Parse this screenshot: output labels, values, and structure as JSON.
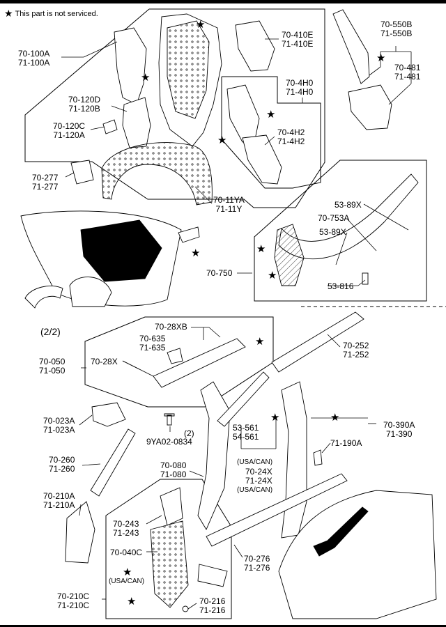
{
  "legend": {
    "star_symbol": "★",
    "text": "This part is not serviced."
  },
  "labels": {
    "p70_100A": [
      "70-100A",
      "71-100A"
    ],
    "p70_120D": [
      "70-120D",
      "71-120B"
    ],
    "p70_120C": [
      "70-120C",
      "71-120A"
    ],
    "p70_277": [
      "70-277",
      "71-277"
    ],
    "p70_410E": [
      "70-410E",
      "71-410E"
    ],
    "p70_4H0": [
      "70-4H0",
      "71-4H0"
    ],
    "p70_4H2": [
      "70-4H2",
      "71-4H2"
    ],
    "p70_11YA": [
      "70-11YA",
      "71-11Y"
    ],
    "p70_550B": [
      "70-550B",
      "71-550B"
    ],
    "p70_481": [
      "70-481",
      "71-481"
    ],
    "p53_89X_a": "53-89X",
    "p70_753A": "70-753A",
    "p53_89X_b": "53-89X",
    "p70_750": "70-750",
    "p53_816": "53-816",
    "page_ref": "(2/2)",
    "p70_28XB": "70-28XB",
    "p70_635": [
      "70-635",
      "71-635"
    ],
    "p70_050": [
      "70-050",
      "71-050"
    ],
    "p70_28X": "70-28X",
    "p70_252": [
      "70-252",
      "71-252"
    ],
    "p70_023A": [
      "70-023A",
      "71-023A"
    ],
    "bolt_qty": "(2)",
    "p9YA02": "9YA02-0834",
    "p53_561": [
      "53-561",
      "54-561"
    ],
    "usa_can_1": "(USA/CAN)",
    "p70_24X": [
      "70-24X",
      "71-24X"
    ],
    "usa_can_2": "(USA/CAN)",
    "p70_390A": [
      "70-390A",
      "71-390"
    ],
    "p71_190A": "71-190A",
    "p70_260": [
      "70-260",
      "71-260"
    ],
    "p70_080": [
      "70-080",
      "71-080"
    ],
    "p70_210A": [
      "70-210A",
      "71-210A"
    ],
    "p70_243": [
      "70-243",
      "71-243"
    ],
    "p70_040C": "70-040C",
    "usa_can_3": "(USA/CAN)",
    "p70_276": [
      "70-276",
      "71-276"
    ],
    "p70_210C": [
      "70-210C",
      "71-210C"
    ],
    "p70_216": [
      "70-216",
      "71-216"
    ]
  }
}
